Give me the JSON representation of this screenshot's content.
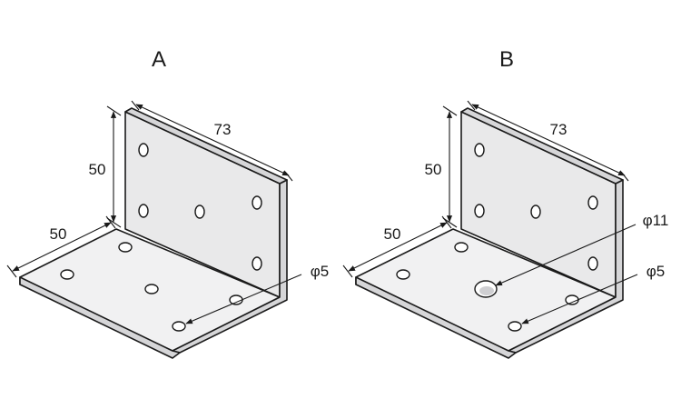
{
  "figures": [
    {
      "title": "A",
      "dims": {
        "height": "50",
        "width": "50",
        "length": "73",
        "hole_small": "φ5"
      }
    },
    {
      "title": "B",
      "dims": {
        "height": "50",
        "width": "50",
        "length": "73",
        "hole_large": "φ11",
        "hole_small": "φ5"
      }
    }
  ]
}
